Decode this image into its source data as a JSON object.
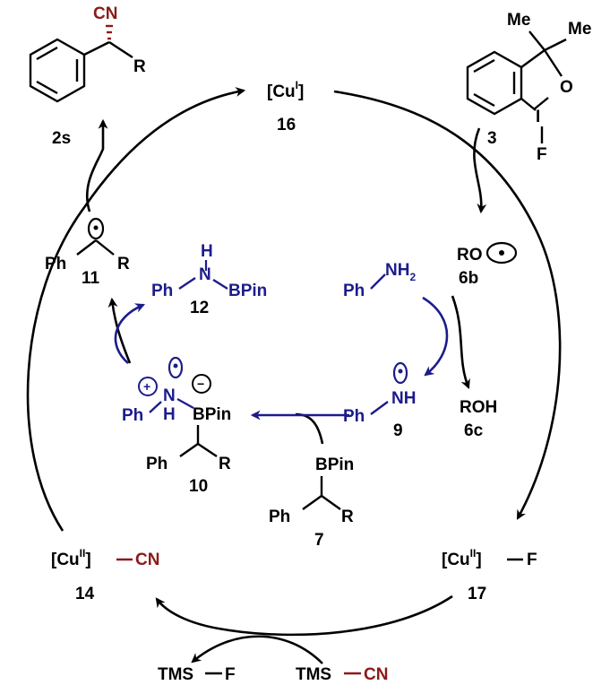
{
  "colors": {
    "black": "#000000",
    "dark_red": "#8b1a1a",
    "navy": "#1c1c8c"
  },
  "catalyst_cycle": {
    "cu1": {
      "text": "[Cu",
      "sup": "I",
      "close": "]",
      "number": "16"
    },
    "cu2_f": {
      "text": "[Cu",
      "sup": "II",
      "close": "]",
      "atom": "F",
      "number": "17"
    },
    "cu2_cn": {
      "text": "[Cu",
      "sup": "II",
      "close": "]",
      "atom": "CN",
      "number": "14"
    }
  },
  "product": {
    "cn": "CN",
    "r": "R",
    "number": "2s"
  },
  "oxidant": {
    "me1": "Me",
    "me2": "Me",
    "o": "O",
    "i": "I",
    "f": "F",
    "number": "3"
  },
  "alkoxy_radical": {
    "text": "RO",
    "number": "6b"
  },
  "alcohol": {
    "text": "ROH",
    "number": "6c"
  },
  "aniline": {
    "ph": "Ph",
    "nh2": "NH",
    "sub2": "2"
  },
  "aminyl_radical": {
    "ph": "Ph",
    "nh": "NH",
    "number": "9"
  },
  "boronate_complex": {
    "plus": "+",
    "minus": "−",
    "ph": "Ph",
    "n": "N",
    "h": "H",
    "bpin": "BPin",
    "ph2": "Ph",
    "r": "R",
    "number": "10"
  },
  "benzyl_radical": {
    "ph": "Ph",
    "r": "R",
    "number": "11"
  },
  "aminoborane": {
    "h": "H",
    "ph": "Ph",
    "n": "N",
    "bpin": "BPin",
    "number": "12"
  },
  "boronic_ester": {
    "bpin": "BPin",
    "ph": "Ph",
    "r": "R",
    "number": "7"
  },
  "transmetalation": {
    "tms_f": "TMS",
    "f": "F",
    "tms_cn": "TMS",
    "cn": "CN"
  }
}
